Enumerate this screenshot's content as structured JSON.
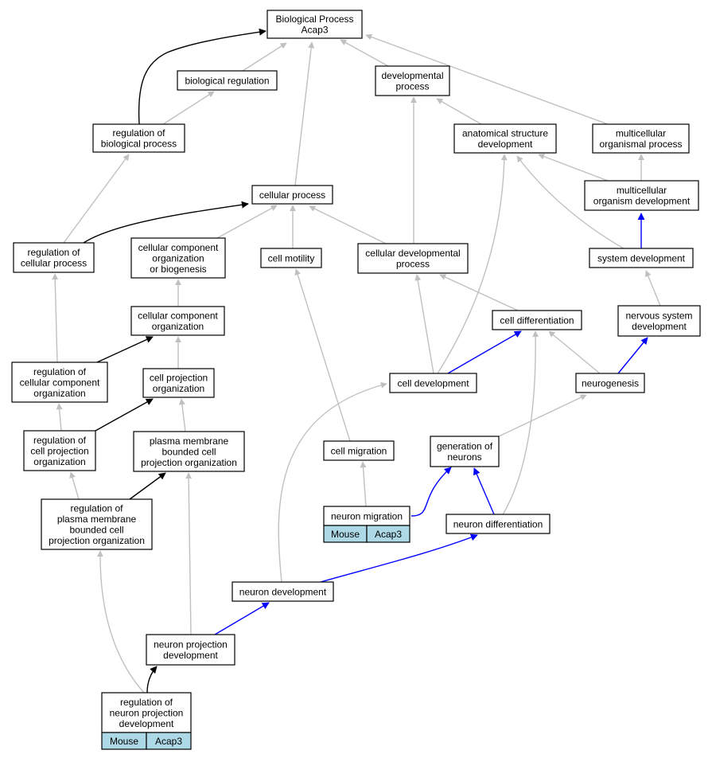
{
  "colors": {
    "edge_gray": "#c0c0c0",
    "edge_black": "#000000",
    "edge_blue": "#0000ff",
    "species_fill": "#add8e6"
  },
  "nodes": [
    {
      "id": "bp",
      "lines": [
        "Biological Process",
        "Acap3"
      ]
    },
    {
      "id": "bioreg",
      "lines": [
        "biological regulation"
      ]
    },
    {
      "id": "devproc",
      "lines": [
        "developmental",
        "process"
      ]
    },
    {
      "id": "regbp",
      "lines": [
        "regulation of",
        "biological process"
      ]
    },
    {
      "id": "anatdev",
      "lines": [
        "anatomical structure",
        "development"
      ]
    },
    {
      "id": "mcop",
      "lines": [
        "multicellular",
        "organismal process"
      ]
    },
    {
      "id": "cellproc",
      "lines": [
        "cellular process"
      ]
    },
    {
      "id": "mcod",
      "lines": [
        "multicellular",
        "organism development"
      ]
    },
    {
      "id": "regcp",
      "lines": [
        "regulation of",
        "cellular process"
      ]
    },
    {
      "id": "ccob",
      "lines": [
        "cellular component",
        "organization",
        "or biogenesis"
      ]
    },
    {
      "id": "cellmot",
      "lines": [
        "cell motility"
      ]
    },
    {
      "id": "celldevproc",
      "lines": [
        "cellular developmental",
        "process"
      ]
    },
    {
      "id": "sysdev",
      "lines": [
        "system development"
      ]
    },
    {
      "id": "cco",
      "lines": [
        "cellular component",
        "organization"
      ]
    },
    {
      "id": "celldiff",
      "lines": [
        "cell differentiation"
      ]
    },
    {
      "id": "nsd",
      "lines": [
        "nervous system",
        "development"
      ]
    },
    {
      "id": "regcco",
      "lines": [
        "regulation of",
        "cellular component",
        "organization"
      ]
    },
    {
      "id": "cpo",
      "lines": [
        "cell projection",
        "organization"
      ]
    },
    {
      "id": "celldev",
      "lines": [
        "cell development"
      ]
    },
    {
      "id": "neurogen",
      "lines": [
        "neurogenesis"
      ]
    },
    {
      "id": "regcpo",
      "lines": [
        "regulation of",
        "cell projection",
        "organization"
      ]
    },
    {
      "id": "pmbcpo",
      "lines": [
        "plasma membrane",
        "bounded cell",
        "projection organization"
      ]
    },
    {
      "id": "cellmig",
      "lines": [
        "cell migration"
      ]
    },
    {
      "id": "genneur",
      "lines": [
        "generation of",
        "neurons"
      ]
    },
    {
      "id": "regpmbcpo",
      "lines": [
        "regulation of",
        "plasma membrane",
        "bounded cell",
        "projection organization"
      ]
    },
    {
      "id": "neurmig",
      "lines": [
        "neuron migration"
      ],
      "species": [
        "Mouse",
        "Acap3"
      ]
    },
    {
      "id": "neurdiff",
      "lines": [
        "neuron differentiation"
      ]
    },
    {
      "id": "neurdev",
      "lines": [
        "neuron development"
      ]
    },
    {
      "id": "npd",
      "lines": [
        "neuron projection",
        "development"
      ]
    },
    {
      "id": "regnpd",
      "lines": [
        "regulation of",
        "neuron projection",
        "development"
      ],
      "species": [
        "Mouse",
        "Acap3"
      ]
    }
  ]
}
